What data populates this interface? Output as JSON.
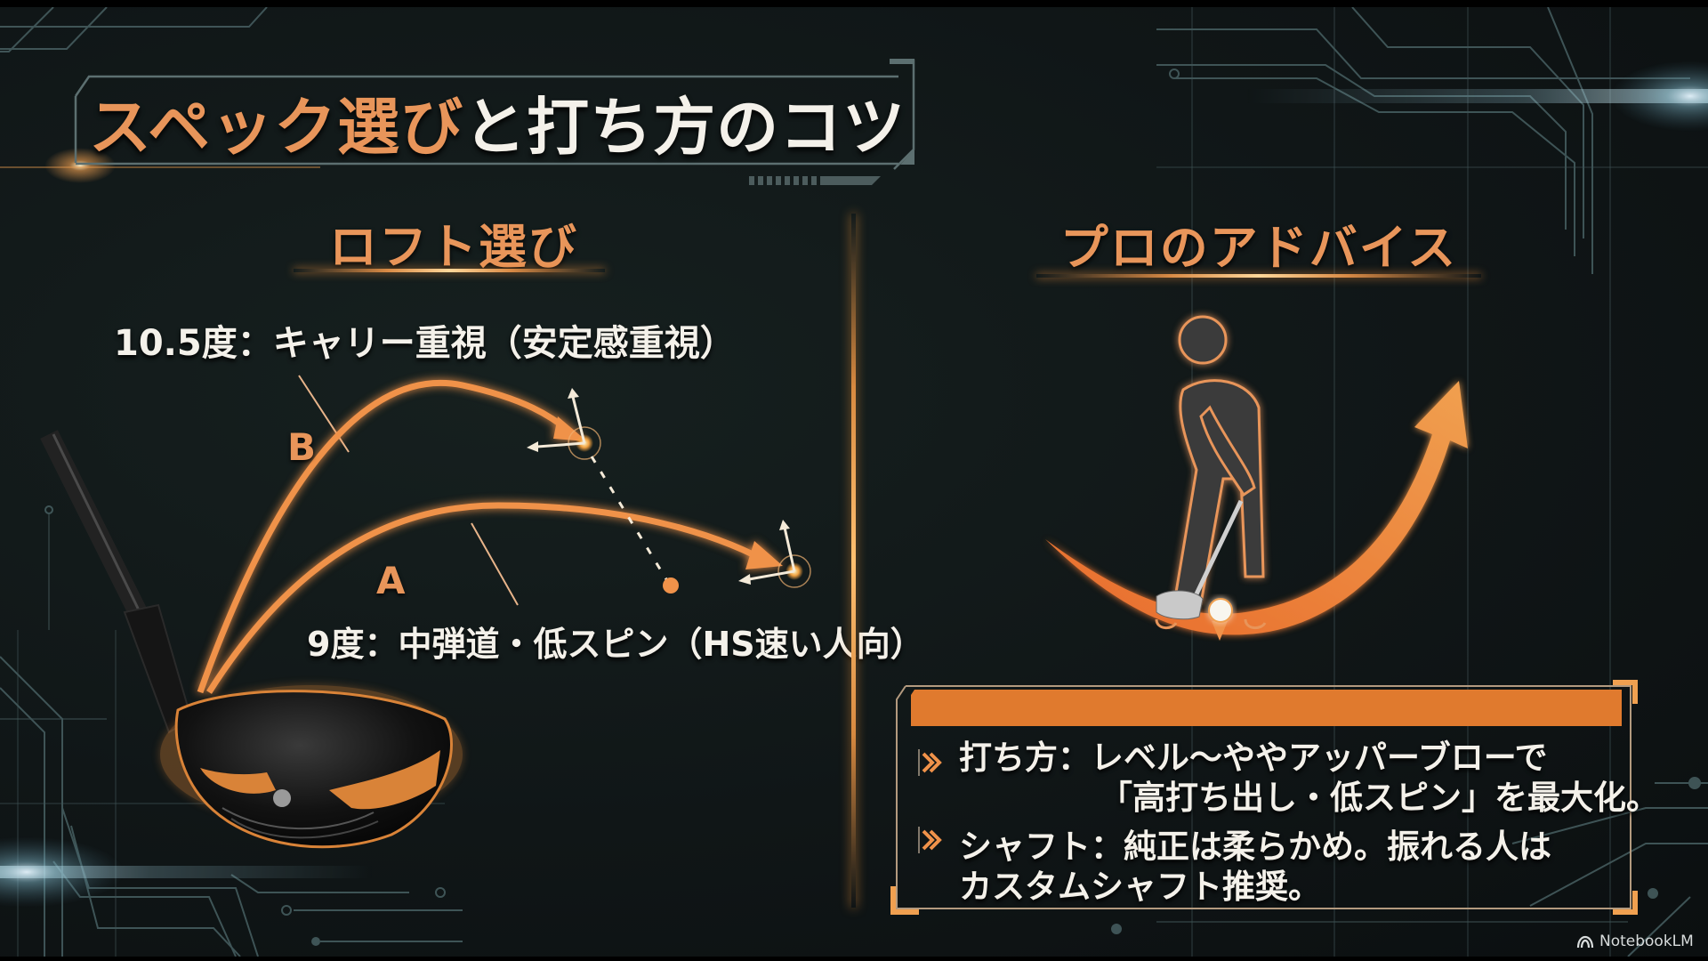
{
  "title": {
    "highlight": "スペック選び",
    "rest": "と打ち方のコツ"
  },
  "loft_section": {
    "heading": "ロフト選び",
    "option_b": {
      "letter": "B",
      "text": "10.5度：キャリー重視（安定感重視）"
    },
    "option_a": {
      "letter": "A",
      "text": "9度：中弾道・低スピン（HS速い人向）"
    }
  },
  "advice_section": {
    "heading": "プロのアドバイス",
    "items": [
      {
        "line1": "打ち方：レベル〜ややアッパーブローで",
        "line2": "「高打ち出し・低スピン」を最大化。"
      },
      {
        "line1": "シャフト：純正は柔らかめ。振れる人は",
        "line2": "カスタムシャフト推奨。"
      }
    ]
  },
  "icons": {
    "driver": "golf-driver-illustration",
    "golfer": "golfer-swing-illustration",
    "bullet": "double-chevron-icon",
    "brand_logo": "notebooklm-logo-icon"
  },
  "colors": {
    "accent_orange": "#e8955a",
    "bar_orange": "#e07a2e",
    "text_white": "#f4f1ea",
    "background": "#111718"
  },
  "brand": {
    "label": "NotebookLM"
  }
}
